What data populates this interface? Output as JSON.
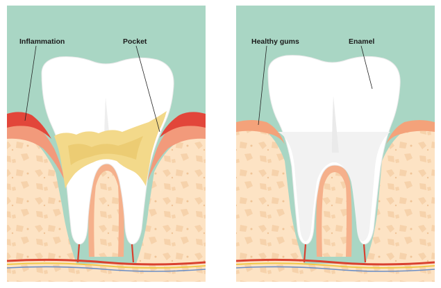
{
  "panels": [
    {
      "id": "diseased",
      "labels": [
        "Inflammation",
        "Pocket"
      ]
    },
    {
      "id": "healthy",
      "labels": [
        "Healthy gums",
        "Enamel"
      ]
    }
  ],
  "colors": {
    "background": "#a9d6c4",
    "bone": "#fde3c4",
    "bone_spot": "#f6cfa6",
    "gum_healthy": "#f4a27a",
    "gum_inflamed": "#e2463a",
    "tooth": "#ffffff",
    "tooth_shade": "#e6e6e6",
    "plaque": "#f3d98a",
    "nerve_red": "#d9412f",
    "nerve_yellow": "#f1c84b"
  }
}
